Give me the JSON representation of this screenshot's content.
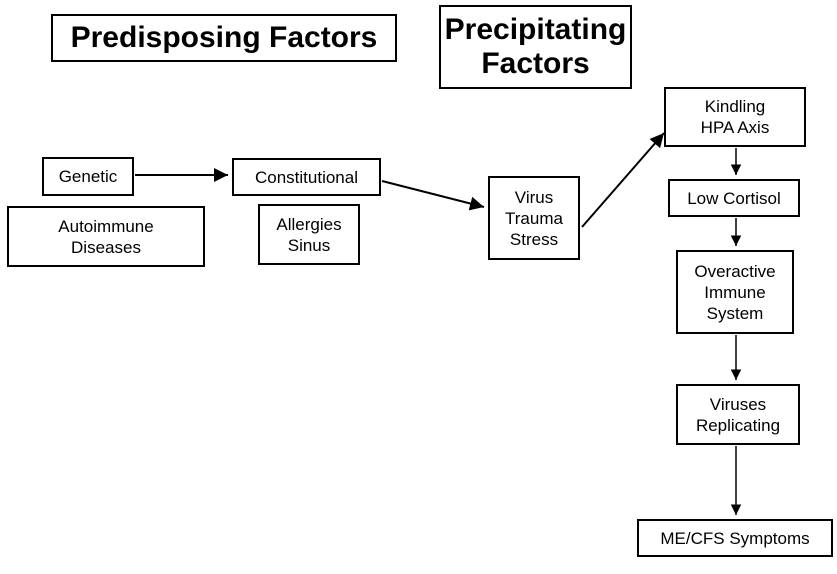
{
  "headers": {
    "predisposing": [
      "Predisposing Factors"
    ],
    "precipitating": [
      "Precipitating",
      "Factors"
    ]
  },
  "boxes": {
    "genetic": [
      "Genetic"
    ],
    "autoimmune": [
      "Autoimmune",
      "Diseases"
    ],
    "constitutional": [
      "Constitutional"
    ],
    "allergies": [
      "Allergies",
      "Sinus"
    ],
    "virus": [
      "Virus",
      "Trauma",
      "Stress"
    ],
    "kindling": [
      "Kindling",
      "HPA Axis"
    ],
    "low_cortisol": [
      "Low Cortisol"
    ],
    "overactive": [
      "Overactive",
      "Immune",
      "System"
    ],
    "viruses": [
      "Viruses",
      "Replicating"
    ],
    "mecfs": [
      "ME/CFS Symptoms"
    ]
  },
  "colors": {
    "stroke": "#000000",
    "background": "#ffffff"
  }
}
